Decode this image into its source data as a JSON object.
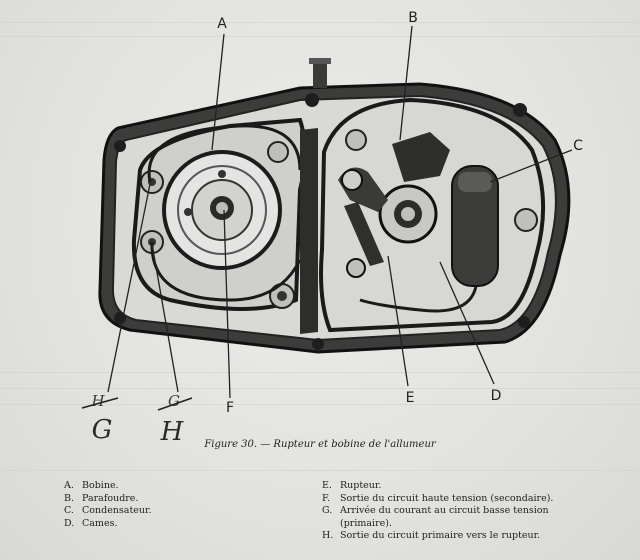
{
  "figure": {
    "callouts": {
      "A": "A",
      "B": "B",
      "C": "C",
      "D": "D",
      "E": "E",
      "F": "F"
    },
    "handwritten": {
      "struck_left": "H",
      "struck_right": "G",
      "new_left": "G",
      "new_right": "H"
    }
  },
  "caption": "Figure 30. — Rupteur et bobine de l'allumeur",
  "legend": {
    "left": [
      {
        "key": "A.",
        "text": "Bobine."
      },
      {
        "key": "B.",
        "text": "Parafoudre."
      },
      {
        "key": "C.",
        "text": "Condensateur."
      },
      {
        "key": "D.",
        "text": "Cames."
      }
    ],
    "right": [
      {
        "key": "E.",
        "text": "Rupteur."
      },
      {
        "key": "F.",
        "text": "Sortie du circuit haute tension (secondaire)."
      },
      {
        "key": "G.",
        "text": "Arrivée du courant au circuit basse tension (primaire)."
      },
      {
        "key": "H.",
        "text": "Sortie du circuit primaire vers le rupteur."
      }
    ]
  }
}
